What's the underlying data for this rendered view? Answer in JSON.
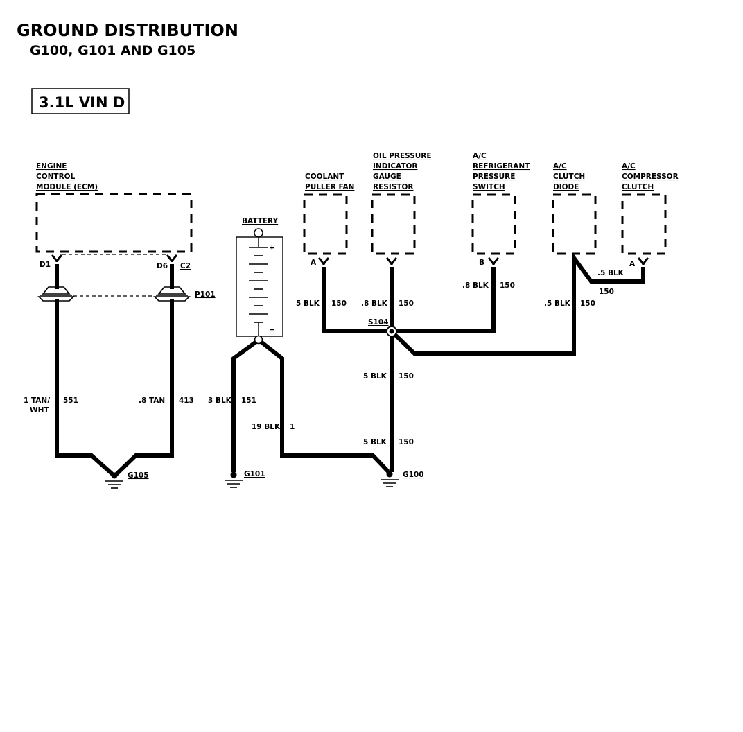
{
  "header": {
    "title": "GROUND DISTRIBUTION",
    "subtitle": "G100, G101 AND G105",
    "engine_badge": "3.1L  VIN D"
  },
  "components": {
    "ecm": [
      "ENGINE",
      "CONTROL",
      "MODULE (ECM)"
    ],
    "battery": "BATTERY",
    "coolant_fan": [
      "COOLANT",
      "PULLER FAN"
    ],
    "oil_pressure": [
      "OIL PRESSURE",
      "INDICATOR",
      "GAUGE",
      "RESISTOR"
    ],
    "ac_switch": [
      "A/C",
      "REFRIGERANT",
      "PRESSURE",
      "SWITCH"
    ],
    "ac_diode": [
      "A/C",
      "CLUTCH",
      "DIODE"
    ],
    "ac_clutch": [
      "A/C",
      "COMPRESSOR",
      "CLUTCH"
    ]
  },
  "pins": {
    "ecm_left": "D1",
    "ecm_right": "D6",
    "ecm_connector": "C2",
    "coolant_fan": "A",
    "ac_switch": "B",
    "ac_clutch": "A",
    "battery_plus": "+",
    "battery_minus": "−"
  },
  "connectors": {
    "inline": "P101",
    "splice": "S104"
  },
  "grounds": {
    "g105": "G105",
    "g101": "G101",
    "g100": "G100"
  },
  "wires": {
    "ecm_d1": {
      "gauge": "1 TAN/",
      "gauge2": "WHT",
      "circuit": "551"
    },
    "ecm_d6": {
      "gauge": ".8 TAN",
      "circuit": "413"
    },
    "batt_g101": {
      "gauge": "3 BLK",
      "circuit": "151"
    },
    "batt_g100": {
      "gauge": "19 BLK",
      "circuit": "1"
    },
    "coolant_fan": {
      "gauge": "5 BLK",
      "circuit": "150"
    },
    "oil_pressure": {
      "gauge": ".8 BLK",
      "circuit": "150"
    },
    "ac_switch": {
      "gauge": ".8 BLK",
      "circuit": "150"
    },
    "ac_diode": {
      "gauge": ".5 BLK",
      "circuit": "150"
    },
    "ac_clutch": {
      "gauge": ".5 BLK",
      "circuit": "150"
    },
    "s104_down": {
      "gauge": "5 BLK",
      "circuit": "150"
    },
    "g100_feed": {
      "gauge": "5 BLK",
      "circuit": "150"
    }
  }
}
